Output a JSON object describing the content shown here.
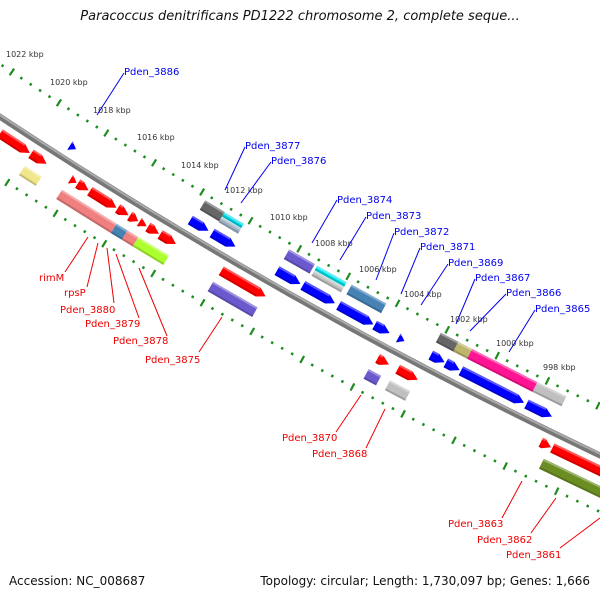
{
  "title": "Paracoccus denitrificans PD1222 chromosome 2, complete seque...",
  "footer": {
    "accession": "Accession: NC_008687",
    "summary": "Topology: circular; Length: 1,730,097 bp; Genes: 1,666"
  },
  "colors": {
    "forward": "#0000ff",
    "reverse": "#ff0000",
    "backbone": "#888888",
    "ticks": "#1e8c1e"
  },
  "kbp_labels": [
    "1022 kbp",
    "1020 kbp",
    "1018 kbp",
    "1016 kbp",
    "1014 kbp",
    "1012 kbp",
    "1010 kbp",
    "1008 kbp",
    "1006 kbp",
    "1004 kbp",
    "1002 kbp",
    "1000 kbp",
    "998 kbp"
  ],
  "forward_labels": [
    "Pden_3886",
    "Pden_3877",
    "Pden_3876",
    "Pden_3874",
    "Pden_3873",
    "Pden_3872",
    "Pden_3871",
    "Pden_3869",
    "Pden_3867",
    "Pden_3866",
    "Pden_3865"
  ],
  "reverse_labels": [
    "rimM",
    "rpsP",
    "Pden_3880",
    "Pden_3879",
    "Pden_3878",
    "Pden_3875",
    "Pden_3870",
    "Pden_3868",
    "Pden_3863",
    "Pden_3862",
    "Pden_3861"
  ],
  "features": [
    {
      "strand": "forward",
      "row": "near",
      "start_kbp": 1018.85,
      "end_kbp": 1018.6,
      "color": "#0000ff",
      "arrow": true
    },
    {
      "strand": "forward",
      "row": "far",
      "start_kbp": 1013.75,
      "end_kbp": 1012.95,
      "color": "#666666"
    },
    {
      "strand": "forward",
      "row": "far-top",
      "start_kbp": 1012.95,
      "end_kbp": 1012.15,
      "color": "#00dde8"
    },
    {
      "strand": "forward",
      "row": "far-bottom",
      "start_kbp": 1012.95,
      "end_kbp": 1012.15,
      "color": "#9fb3c4"
    },
    {
      "strand": "forward",
      "row": "near",
      "start_kbp": 1013.85,
      "end_kbp": 1013.1,
      "color": "#0000ff",
      "arrow": true
    },
    {
      "strand": "forward",
      "row": "near",
      "start_kbp": 1012.95,
      "end_kbp": 1012.0,
      "color": "#0000ff",
      "arrow": true
    },
    {
      "strand": "forward",
      "row": "far",
      "start_kbp": 1010.3,
      "end_kbp": 1009.25,
      "color": "#6a5acd"
    },
    {
      "strand": "forward",
      "row": "near",
      "start_kbp": 1010.3,
      "end_kbp": 1009.35,
      "color": "#0000ff",
      "arrow": true
    },
    {
      "strand": "forward",
      "row": "far-top",
      "start_kbp": 1009.15,
      "end_kbp": 1007.95,
      "color": "#00e5ee"
    },
    {
      "strand": "forward",
      "row": "far-bottom",
      "start_kbp": 1009.15,
      "end_kbp": 1007.95,
      "color": "#c0c0c0"
    },
    {
      "strand": "forward",
      "row": "near",
      "start_kbp": 1009.25,
      "end_kbp": 1007.95,
      "color": "#0000ff",
      "arrow": true
    },
    {
      "strand": "forward",
      "row": "far",
      "start_kbp": 1007.75,
      "end_kbp": 1006.35,
      "color": "#4682b4"
    },
    {
      "strand": "forward",
      "row": "near",
      "start_kbp": 1007.8,
      "end_kbp": 1006.4,
      "color": "#0000ff",
      "arrow": true
    },
    {
      "strand": "forward",
      "row": "near",
      "start_kbp": 1006.35,
      "end_kbp": 1005.75,
      "color": "#0000ff",
      "arrow": true
    },
    {
      "strand": "forward",
      "row": "near",
      "start_kbp": 1005.4,
      "end_kbp": 1005.15,
      "color": "#0000ff",
      "arrow": true
    },
    {
      "strand": "forward",
      "row": "far",
      "start_kbp": 1004.15,
      "end_kbp": 1003.45,
      "color": "#666666"
    },
    {
      "strand": "forward",
      "row": "far",
      "start_kbp": 1003.45,
      "end_kbp": 1002.9,
      "color": "#bdb76b"
    },
    {
      "strand": "forward",
      "row": "far",
      "start_kbp": 1002.9,
      "end_kbp": 1000.3,
      "color": "#ff1493"
    },
    {
      "strand": "forward",
      "row": "far",
      "start_kbp": 1000.3,
      "end_kbp": 999.15,
      "color": "#c0c0c0"
    },
    {
      "strand": "forward",
      "row": "near",
      "start_kbp": 1004.1,
      "end_kbp": 1003.55,
      "color": "#0000ff",
      "arrow": true
    },
    {
      "strand": "forward",
      "row": "near",
      "start_kbp": 1003.5,
      "end_kbp": 1002.95,
      "color": "#0000ff",
      "arrow": true
    },
    {
      "strand": "forward",
      "row": "near",
      "start_kbp": 1002.9,
      "end_kbp": 1000.4,
      "color": "#0000ff",
      "arrow": true
    },
    {
      "strand": "forward",
      "row": "near",
      "start_kbp": 1000.3,
      "end_kbp": 999.3,
      "color": "#0000ff",
      "arrow": true
    },
    {
      "strand": "reverse",
      "row": "near",
      "start_kbp": 1022.3,
      "end_kbp": 1021.25,
      "color": "#ff0000",
      "arrow": true
    },
    {
      "strand": "reverse",
      "row": "near",
      "start_kbp": 1021.15,
      "end_kbp": 1019.9,
      "color": "#ff0000",
      "arrow": true
    },
    {
      "strand": "reverse",
      "row": "near",
      "start_kbp": 1019.85,
      "end_kbp": 1019.2,
      "color": "#ff0000",
      "arrow": true
    },
    {
      "strand": "reverse",
      "row": "far",
      "start_kbp": 1019.8,
      "end_kbp": 1019.1,
      "color": "#f0e68c"
    },
    {
      "strand": "reverse",
      "row": "near",
      "start_kbp": 1018.2,
      "end_kbp": 1017.95,
      "color": "#ff0000",
      "arrow": true
    },
    {
      "strand": "reverse",
      "row": "near",
      "start_kbp": 1017.9,
      "end_kbp": 1017.45,
      "color": "#ff0000",
      "arrow": true
    },
    {
      "strand": "reverse",
      "row": "near",
      "start_kbp": 1017.4,
      "end_kbp": 1016.3,
      "color": "#ff0000",
      "arrow": true
    },
    {
      "strand": "reverse",
      "row": "near",
      "start_kbp": 1016.25,
      "end_kbp": 1015.8,
      "color": "#ff0000",
      "arrow": true
    },
    {
      "strand": "reverse",
      "row": "near",
      "start_kbp": 1015.75,
      "end_kbp": 1015.4,
      "color": "#ff0000",
      "arrow": true
    },
    {
      "strand": "reverse",
      "row": "near",
      "start_kbp": 1015.35,
      "end_kbp": 1015.05,
      "color": "#ff0000",
      "arrow": true
    },
    {
      "strand": "reverse",
      "row": "near",
      "start_kbp": 1015.0,
      "end_kbp": 1014.55,
      "color": "#ff0000",
      "arrow": true
    },
    {
      "strand": "reverse",
      "row": "near",
      "start_kbp": 1014.5,
      "end_kbp": 1013.85,
      "color": "#ff0000",
      "arrow": true
    },
    {
      "strand": "reverse",
      "row": "far",
      "start_kbp": 1018.25,
      "end_kbp": 1016.0,
      "color": "#f08080"
    },
    {
      "strand": "reverse",
      "row": "far",
      "start_kbp": 1016.0,
      "end_kbp": 1015.55,
      "color": "#4682b4"
    },
    {
      "strand": "reverse",
      "row": "far",
      "start_kbp": 1015.55,
      "end_kbp": 1015.1,
      "color": "#f08080"
    },
    {
      "strand": "reverse",
      "row": "far",
      "start_kbp": 1015.1,
      "end_kbp": 1013.85,
      "color": "#adff2f"
    },
    {
      "strand": "reverse",
      "row": "near",
      "start_kbp": 1012.0,
      "end_kbp": 1010.2,
      "color": "#ff0000",
      "arrow": true
    },
    {
      "strand": "reverse",
      "row": "far",
      "start_kbp": 1012.05,
      "end_kbp": 1010.25,
      "color": "#6a5acd"
    },
    {
      "strand": "reverse",
      "row": "near",
      "start_kbp": 1005.7,
      "end_kbp": 1005.25,
      "color": "#ff0000",
      "arrow": true
    },
    {
      "strand": "reverse",
      "row": "near",
      "start_kbp": 1004.9,
      "end_kbp": 1004.1,
      "color": "#ff0000",
      "arrow": true
    },
    {
      "strand": "reverse",
      "row": "far",
      "start_kbp": 1005.8,
      "end_kbp": 1005.3,
      "color": "#6a5acd"
    },
    {
      "strand": "reverse",
      "row": "far",
      "start_kbp": 1004.95,
      "end_kbp": 1004.15,
      "color": "#c0c0c0"
    },
    {
      "strand": "reverse",
      "row": "near",
      "start_kbp": 999.25,
      "end_kbp": 998.85,
      "color": "#ff0000",
      "arrow": true
    },
    {
      "strand": "reverse",
      "row": "near",
      "start_kbp": 998.8,
      "end_kbp": 996.0,
      "color": "#ff0000",
      "arrow": true
    },
    {
      "strand": "reverse",
      "row": "far",
      "start_kbp": 998.9,
      "end_kbp": 996.0,
      "color": "#6b8e23"
    },
    {
      "strand": "reverse",
      "row": "far",
      "start_kbp": 996.0,
      "end_kbp": 995.0,
      "color": "#4682b4"
    }
  ]
}
